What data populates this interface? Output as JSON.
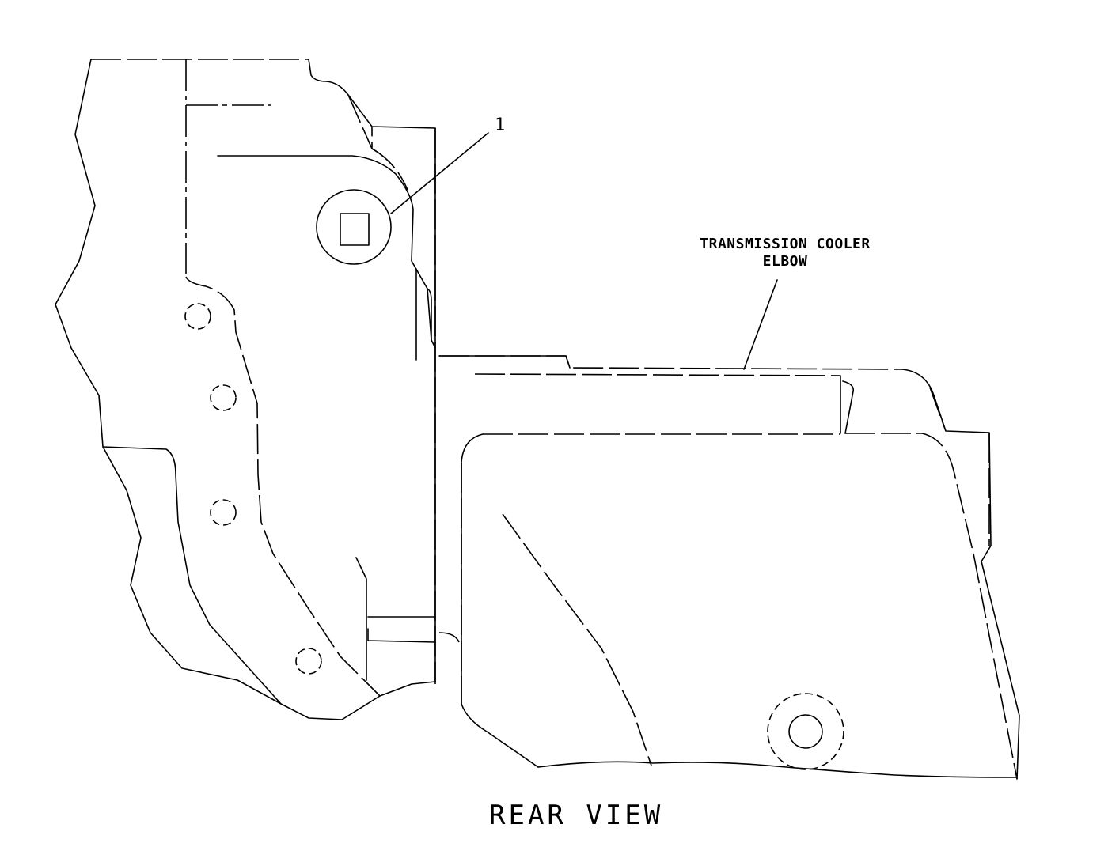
{
  "callouts": {
    "item_1": "1"
  },
  "labels": {
    "transmission_cooler_line1": "TRANSMISSION COOLER",
    "transmission_cooler_line2": "ELBOW"
  },
  "view_title": "REAR VIEW"
}
